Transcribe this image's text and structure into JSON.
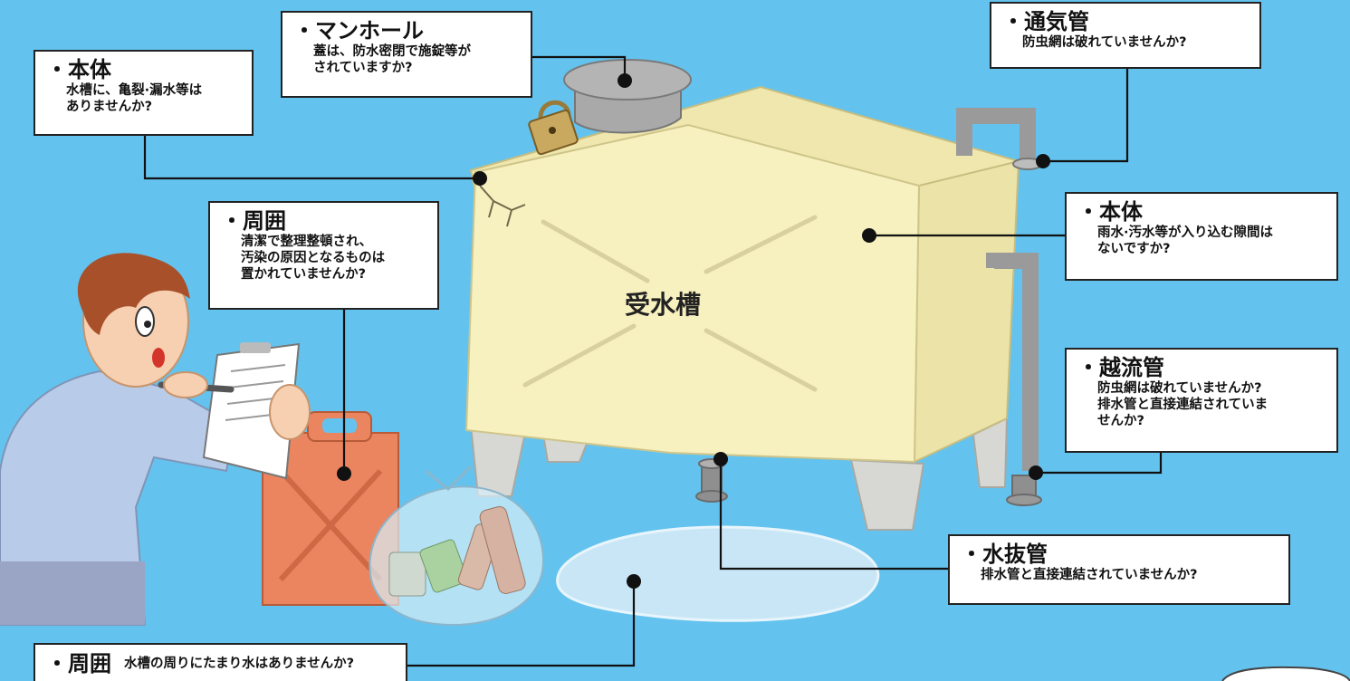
{
  "tank_label": "受水槽",
  "callouts": [
    {
      "id": "manhole",
      "title": "・マンホール",
      "lines": [
        "蓋は、防水密閉で施錠等が",
        "されていますか?"
      ]
    },
    {
      "id": "body_left",
      "title": "・本体",
      "lines": [
        "水槽に、亀裂·漏水等は",
        "ありませんか?"
      ]
    },
    {
      "id": "vent",
      "title": "・通気管",
      "lines": [
        "防虫網は破れていませんか?"
      ]
    },
    {
      "id": "surround_top",
      "title": "・周囲",
      "lines": [
        "清潔で整理整頓され、",
        "汚染の原因となるものは",
        "置かれていませんか?"
      ]
    },
    {
      "id": "body_right",
      "title": "・本体",
      "lines": [
        "雨水·汚水等が入り込む隙間は",
        "ないですか?"
      ]
    },
    {
      "id": "overflow",
      "title": "・越流管",
      "lines": [
        "防虫網は破れていませんか?",
        "排水管と直接連結されていま",
        "せんか?"
      ]
    },
    {
      "id": "drain",
      "title": "・水抜管",
      "lines": [
        "排水管と直接連結されていませんか?"
      ]
    },
    {
      "id": "surround_bottom",
      "title": "・周囲",
      "lines": [
        "水槽の周りにたまり水はありませんか?"
      ]
    }
  ],
  "colors": {
    "background": "#63c3ee",
    "tank_front": "#f7f0bf",
    "tank_top": "#efe7ae",
    "tank_side": "#ece3a8",
    "pipe": "#9a9a9a",
    "jerrycan": "#ea8560",
    "shirt": "#b8cbe8",
    "hair": "#a8502a"
  },
  "icons": [
    "padlock-icon",
    "clipboard-icon",
    "pen-icon",
    "leader-dot-icon"
  ]
}
